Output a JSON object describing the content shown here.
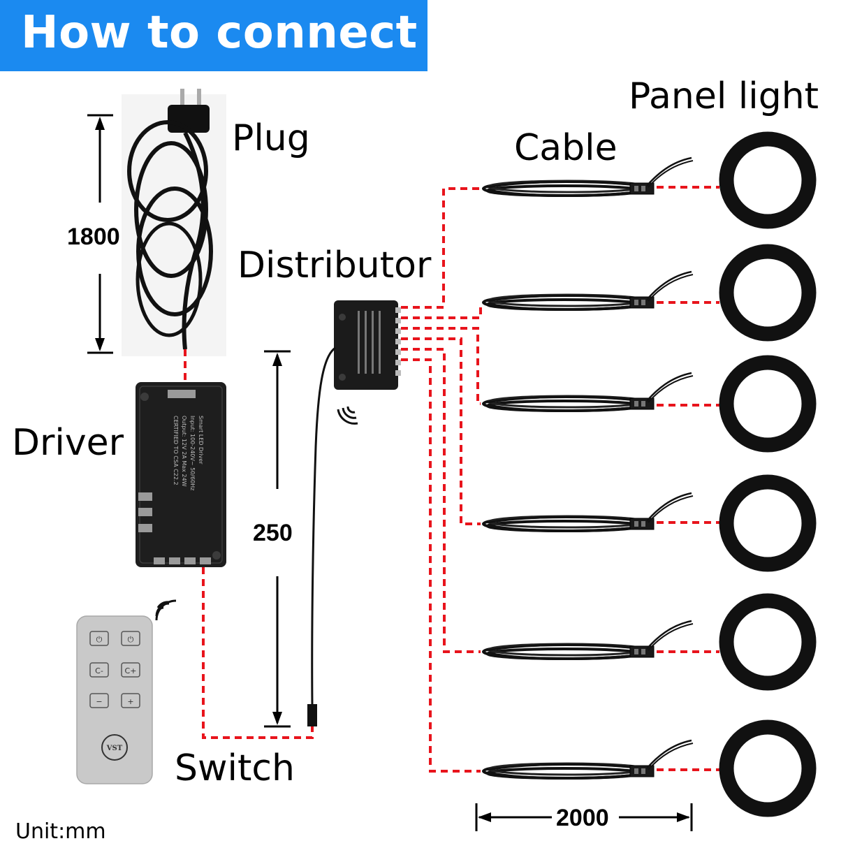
{
  "title": "How to connect",
  "labels": {
    "plug": "Plug",
    "panel_light": "Panel light",
    "cable": "Cable",
    "distributor": "Distributor",
    "driver": "Driver",
    "switch": "Switch"
  },
  "dimensions": {
    "plug_cord": "1800",
    "switch_cable": "250",
    "light_cable": "2000"
  },
  "unit": "Unit:mm",
  "remote": {
    "buttons": [
      "⏻",
      "⏻",
      "C-",
      "C+",
      "−",
      "+"
    ],
    "logo": "VST"
  },
  "driver_text": {
    "line1": "Smart LED Driver",
    "line2": "Input: 100-240V~ 50/60Hz",
    "line3": "Output: 12V 2A Max 24W",
    "line4": "CERTIFIED TO CSA C22.2"
  },
  "panel_count": 6,
  "colors": {
    "title_bg": "#1b8af0",
    "title_text": "#ffffff",
    "wire": "#e8141c",
    "device": "#1a1a1a",
    "remote_body": "#c9c9c9"
  }
}
